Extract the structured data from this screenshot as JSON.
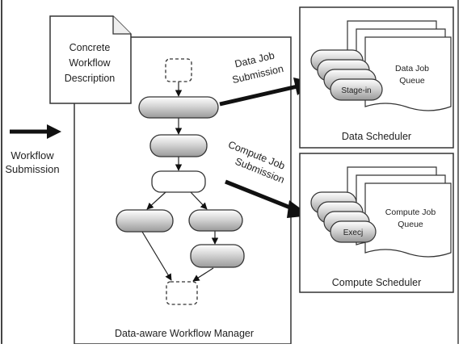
{
  "left_label": [
    "Workflow",
    "Submission"
  ],
  "document_label": [
    "Concrete",
    "Workflow",
    "Description"
  ],
  "manager_label": "Data-aware Workflow Manager",
  "data_job_submission": [
    "Data Job",
    "Submission"
  ],
  "compute_job_submission": [
    "Compute Job",
    "Submission"
  ],
  "data_scheduler": {
    "title": "Data Scheduler",
    "queue_label": [
      "Data Job",
      "Queue"
    ],
    "task_label": "Stage-in"
  },
  "compute_scheduler": {
    "title": "Compute Scheduler",
    "queue_label": [
      "Compute Job",
      "Queue"
    ],
    "task_label": "Execj"
  }
}
